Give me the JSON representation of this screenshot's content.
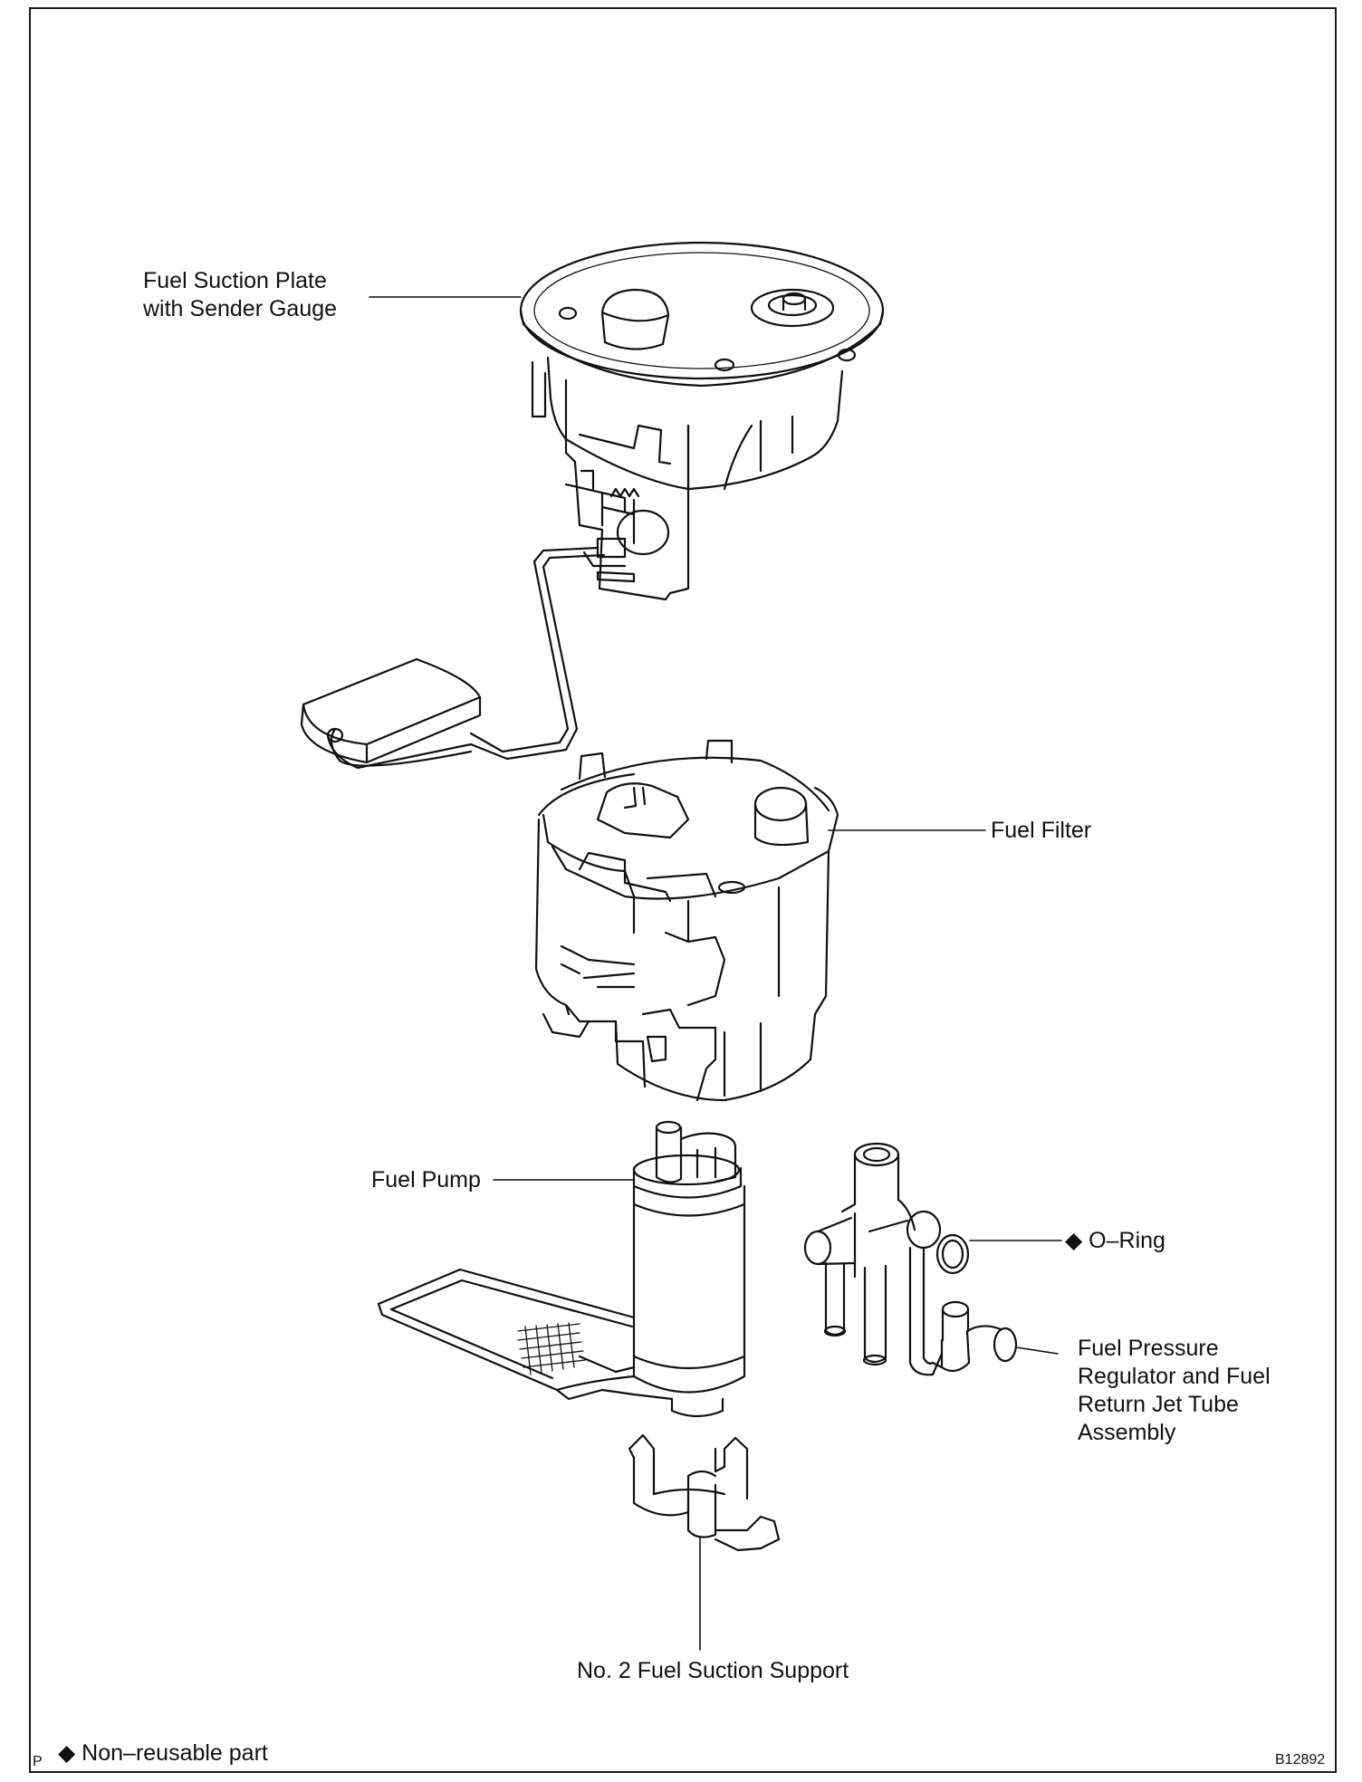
{
  "labels": {
    "suction_plate": [
      "Fuel Suction Plate",
      "with Sender Gauge"
    ],
    "fuel_filter": "Fuel Filter",
    "fuel_pump": "Fuel Pump",
    "o_ring": "◆ O–Ring",
    "regulator": [
      "Fuel Pressure",
      "Regulator and Fuel",
      "Return Jet Tube",
      "Assembly"
    ],
    "suction_support": "No. 2 Fuel Suction Support"
  },
  "footer": {
    "corner_letter": "P",
    "legend": "◆ Non–reusable part",
    "figure_code": "B12892"
  }
}
